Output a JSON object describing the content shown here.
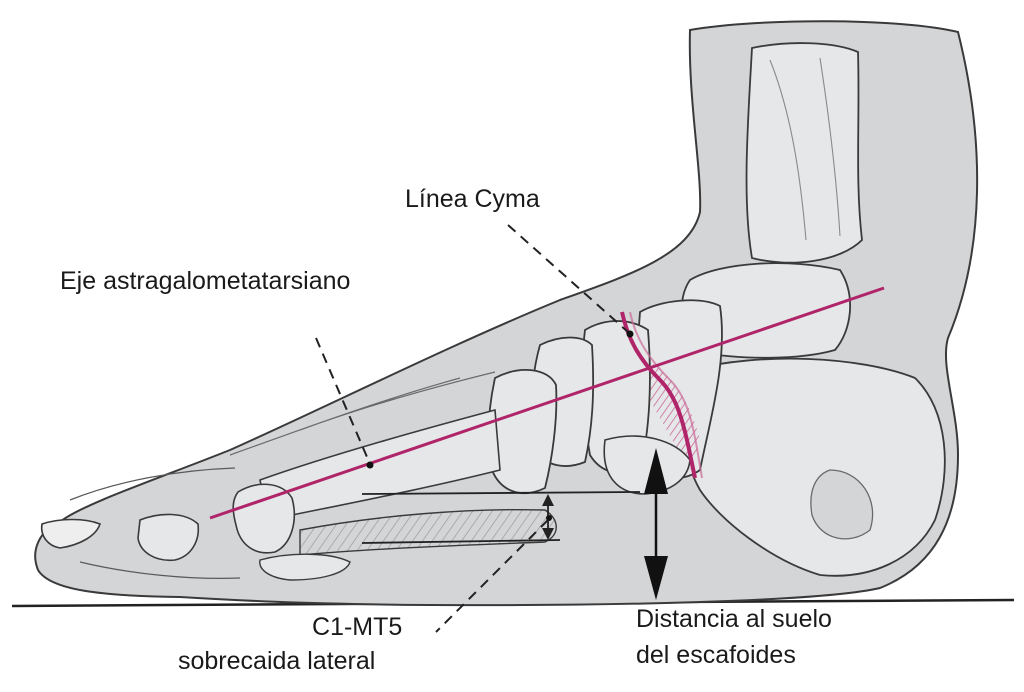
{
  "labels": {
    "cyma": "Línea Cyma",
    "eje": "Eje astragalometatarsiano",
    "c1mt5_line1": "C1-MT5",
    "c1mt5_line2": "sobrecaida lateral",
    "distancia_line1": "Distancia al suelo",
    "distancia_line2": "del escafoides"
  },
  "colors": {
    "skin": "#d4d5d7",
    "bone": "#e6e7e8",
    "outline": "#3a3a3a",
    "accent": "#b0246a",
    "ink": "#1a1a1a"
  }
}
